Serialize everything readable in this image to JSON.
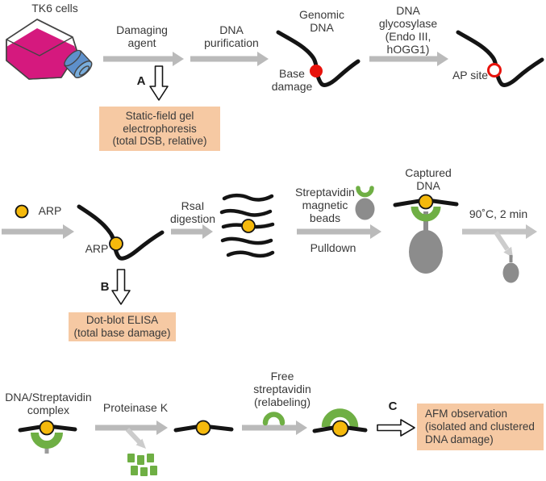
{
  "colors": {
    "assay_box_bg": "#F6C9A3",
    "arp_yellow": "#F5B90C",
    "damage_red": "#E8130C",
    "streptavidin_green": "#6FAF44",
    "bead_gray": "#8C8C8C",
    "arrow_gray": "#BABABA",
    "flask_medium_magenta": "#D5197E",
    "flask_cap_blue": "#79ADDC",
    "dna_black": "#141414"
  },
  "row1": {
    "cells_label": "TK6 cells",
    "damaging_agent": "Damaging\nagent",
    "dna_purification": "DNA\npurification",
    "genomic_dna": "Genomic\nDNA",
    "base_damage": "Base\ndamage",
    "dna_glycosylase": "DNA\nglycosylase\n(Endo III,\nhOGG1)",
    "ap_site": "AP site",
    "step_letter": "A",
    "assay_box": "Static-field gel\nelectrophoresis\n(total DSB, relative)"
  },
  "row2": {
    "arp_reagent": "ARP",
    "arp_on_dna": "ARP",
    "rsai_digestion": "RsaI\ndigestion",
    "streptavidin_beads": "Streptavidin\nmagnetic\nbeads",
    "pulldown": "Pulldown",
    "captured_dna": "Captured\nDNA",
    "heat_step": "90˚C, 2 min",
    "step_letter": "B",
    "assay_box": "Dot-blot ELISA\n(total base damage)"
  },
  "row3": {
    "complex": "DNA/Streptavidin\ncomplex",
    "proteinase_k": "Proteinase K",
    "free_streptavidin": "Free\nstreptavidin\n(relabeling)",
    "step_letter": "C",
    "assay_box": "AFM observation\n(isolated and clustered\nDNA damage)"
  }
}
